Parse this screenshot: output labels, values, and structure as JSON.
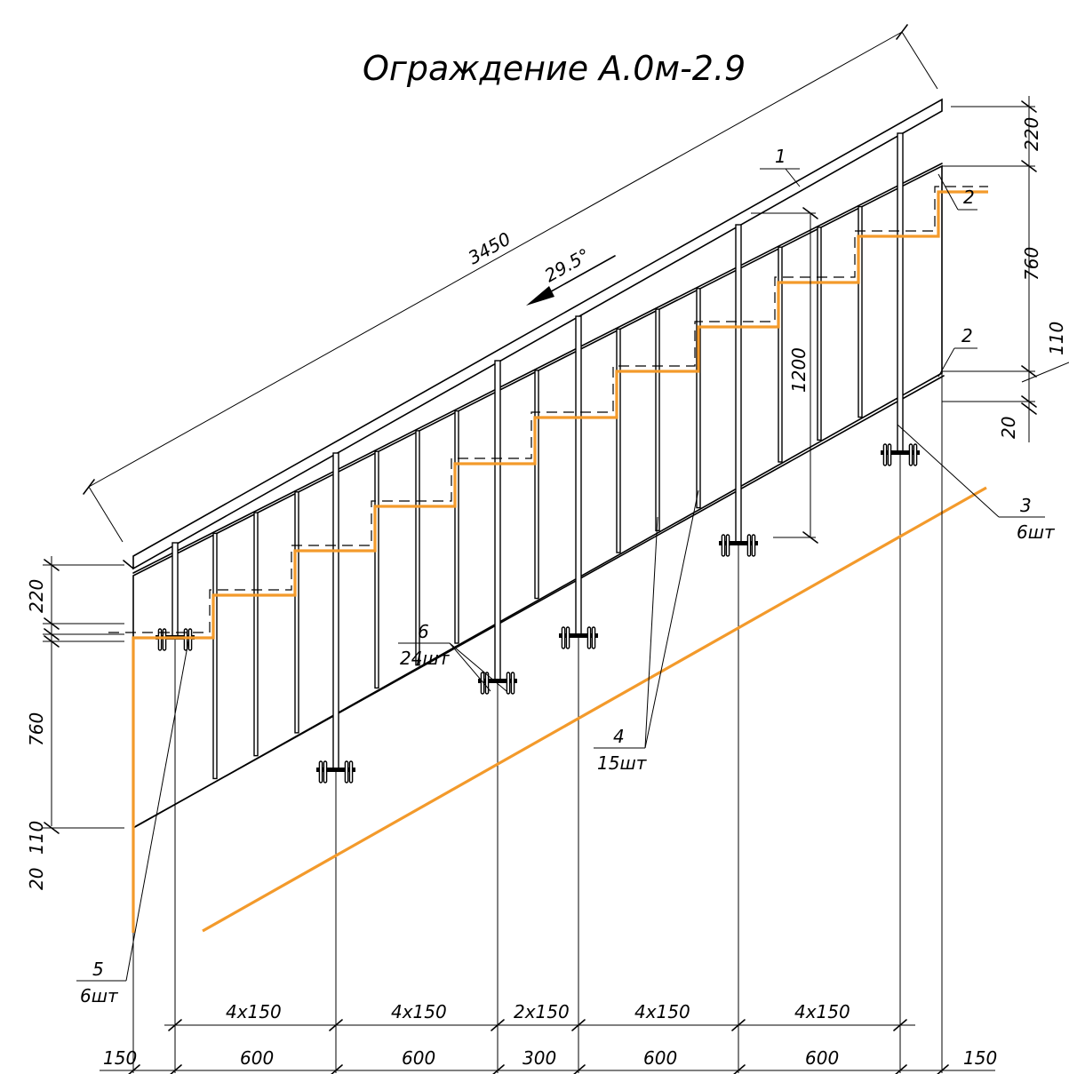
{
  "title": "Ограждение А.0м-2.9",
  "dimensions": {
    "rail_length": "3450",
    "angle": "29.5°",
    "post_height": "1200",
    "right_vertical": [
      "220",
      "760",
      "110",
      "20"
    ],
    "left_vertical": [
      "220",
      "760",
      "110",
      "20"
    ],
    "bottom_upper": [
      "4x150",
      "4x150",
      "2x150",
      "4x150",
      "4x150"
    ],
    "bottom_lower": [
      "150",
      "600",
      "600",
      "300",
      "600",
      "600",
      "150"
    ]
  },
  "callouts": {
    "c1": {
      "num": "1",
      "qty": ""
    },
    "c2a": {
      "num": "2",
      "qty": ""
    },
    "c2b": {
      "num": "2",
      "qty": ""
    },
    "c3": {
      "num": "3",
      "qty": "6шт"
    },
    "c4": {
      "num": "4",
      "qty": "15шт"
    },
    "c5": {
      "num": "5",
      "qty": "6шт"
    },
    "c6": {
      "num": "6",
      "qty": "24шт"
    }
  },
  "colors": {
    "line": "#000000",
    "stair": "#f39a2b"
  }
}
